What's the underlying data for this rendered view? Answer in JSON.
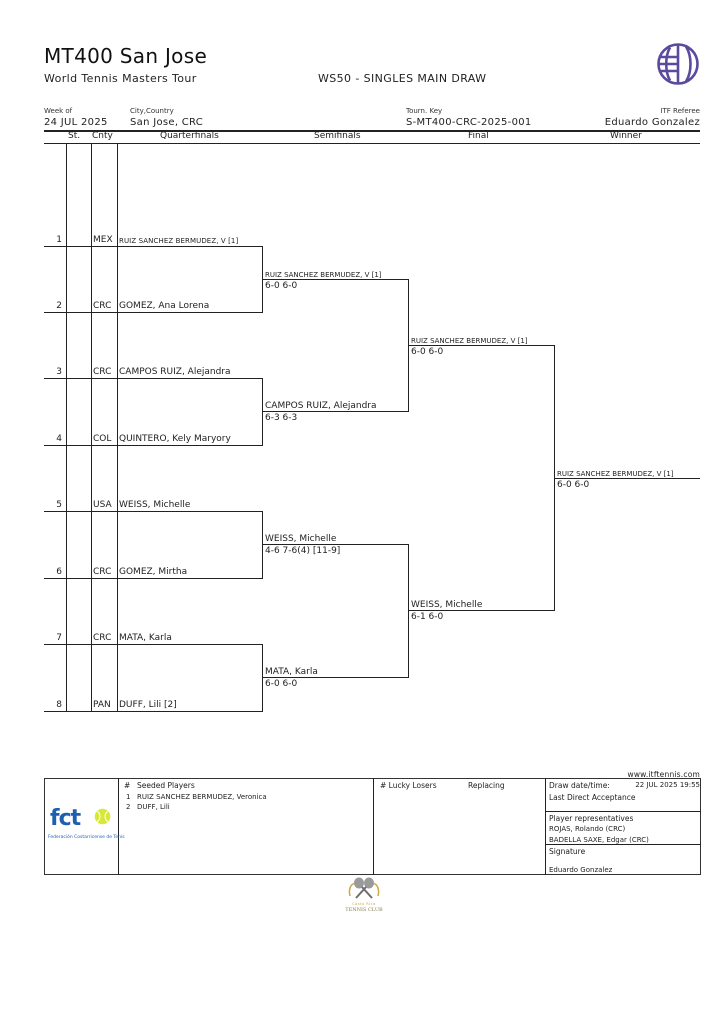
{
  "header": {
    "title": "MT400 San Jose",
    "subtitle": "World Tennis Masters Tour",
    "event": "WS50 - SINGLES MAIN DRAW",
    "logo_color": "#5b4a9e",
    "week_of_label": "Week of",
    "week_of": "24 JUL 2025",
    "city_label": "City,Country",
    "city": "San Jose, CRC",
    "tourn_key_label": "Tourn. Key",
    "tourn_key": "S-MT400-CRC-2025-001",
    "referee_label": "ITF Referee",
    "referee": "Eduardo Gonzalez"
  },
  "columns": {
    "st": "St.",
    "cnty": "Cnty",
    "quarterfinals": "Quarterfinals",
    "semifinals": "Semifinals",
    "final": "Final",
    "winner": "Winner"
  },
  "quarterfinals": [
    {
      "seed": "1",
      "cnty": "MEX",
      "name": "RUIZ SANCHEZ BERMUDEZ, V [1]"
    },
    {
      "seed": "2",
      "cnty": "CRC",
      "name": "GOMEZ, Ana Lorena"
    },
    {
      "seed": "3",
      "cnty": "CRC",
      "name": "CAMPOS RUIZ, Alejandra"
    },
    {
      "seed": "4",
      "cnty": "COL",
      "name": "QUINTERO, Kely Maryory"
    },
    {
      "seed": "5",
      "cnty": "USA",
      "name": "WEISS, Michelle"
    },
    {
      "seed": "6",
      "cnty": "CRC",
      "name": "GOMEZ, Mirtha"
    },
    {
      "seed": "7",
      "cnty": "CRC",
      "name": "MATA, Karla"
    },
    {
      "seed": "8",
      "cnty": "PAN",
      "name": "DUFF, Lili [2]"
    }
  ],
  "semifinals": [
    {
      "name": "RUIZ SANCHEZ BERMUDEZ, V [1]",
      "score": "6-0 6-0"
    },
    {
      "name": "CAMPOS RUIZ, Alejandra",
      "score": "6-3 6-3"
    },
    {
      "name": "WEISS, Michelle",
      "score": "4-6 7-6(4) [11-9]"
    },
    {
      "name": "MATA, Karla",
      "score": "6-0 6-0"
    }
  ],
  "final": [
    {
      "name": "RUIZ SANCHEZ BERMUDEZ, V [1]",
      "score": "6-0 6-0"
    },
    {
      "name": "WEISS, Michelle",
      "score": "6-1 6-0"
    }
  ],
  "winner": {
    "name": "RUIZ SANCHEZ BERMUDEZ, V [1]",
    "score": "6-0 6-0"
  },
  "footer": {
    "website": "www.itftennis.com",
    "federation_logo_text": "fct",
    "federation_name": "Federación Costarricense de Tenis",
    "seeded_header_num": "#",
    "seeded_header": "Seeded Players",
    "seeded": [
      {
        "num": "1",
        "name": "RUIZ SANCHEZ BERMUDEZ, Veronica"
      },
      {
        "num": "2",
        "name": "DUFF, Lili"
      }
    ],
    "lucky_losers_header": "# Lucky Losers",
    "replacing_header": "Replacing",
    "draw_date_label": "Draw date/time:",
    "draw_date": "22 JUL 2025 19:55",
    "last_direct_acceptance": "Last Direct Acceptance",
    "player_reps_label": "Player representatives",
    "player_reps": [
      "ROJAS, Rolando (CRC)",
      "BADELLA SAXE, Edgar (CRC)"
    ],
    "signature_label": "Signature",
    "signature_name": "Eduardo Gonzalez",
    "club_logo_line1": "Costa Rica",
    "club_logo_line2": "TENNIS CLUB",
    "logo_accent": "#c9a94a",
    "ball_color": "#d8e83a",
    "fct_blue": "#1f5fb0"
  }
}
